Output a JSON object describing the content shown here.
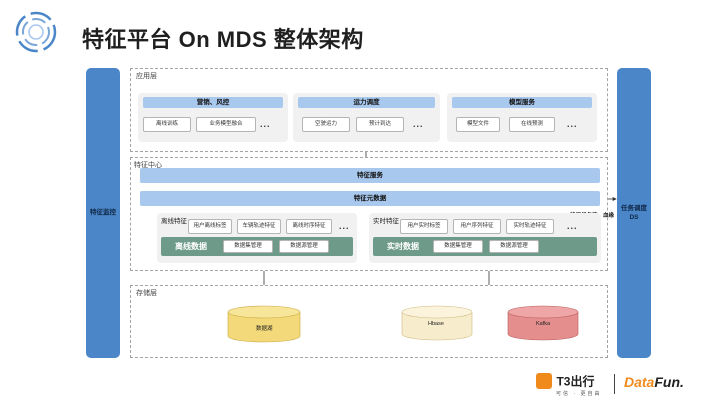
{
  "title": "特征平台 On MDS 整体架构",
  "left_bar": {
    "label": "特征监控"
  },
  "right_bar": {
    "label_line1": "任务调度",
    "label_line2": "DS"
  },
  "app_layer": {
    "title": "应用层",
    "groups": [
      {
        "header": "营销、风控",
        "items": [
          "离线训练",
          "业务模型融合"
        ],
        "more": "..."
      },
      {
        "header": "运力调度",
        "items": [
          "空驶运力",
          "预计到达"
        ],
        "more": "..."
      },
      {
        "header": "模型服务",
        "items": [
          "模型文件",
          "在线预测"
        ],
        "more": "..."
      }
    ]
  },
  "feature_center": {
    "title": "特征中心",
    "feature_service": "特征服务",
    "feature_metadata": "特征元数据",
    "task_flow_label": "特征任务流、血缘",
    "offline": {
      "title": "离线特征",
      "items": [
        "用户离线标签",
        "车辆轨迹特征",
        "离线时序特征"
      ],
      "more": "...",
      "data_label": "离线数据",
      "data_items": [
        "数据集管理",
        "数据源管理"
      ]
    },
    "realtime": {
      "title": "实时特征",
      "items": [
        "用户实时标签",
        "用户序列特征",
        "实时轨迹特征"
      ],
      "more": "...",
      "data_label": "实时数据",
      "data_items": [
        "数据集管理",
        "数据源管理"
      ]
    }
  },
  "storage_layer": {
    "title": "存储层",
    "stores": [
      {
        "label": "数据湖",
        "color": "#f3d97a"
      },
      {
        "label": "Hbase",
        "color": "#f7eccb"
      },
      {
        "label": "Kafka",
        "color": "#e58e8e"
      }
    ]
  },
  "footer": {
    "t3_brand": "T3出行",
    "t3_slogan": "可信 · 更自由",
    "datafun_prefix": "Data",
    "datafun_suffix": "Fun."
  },
  "colors": {
    "side_bar": "#4b87c8",
    "band": "#a8c8ee",
    "green": "#6e9a8a",
    "accent": "#f08a1c"
  }
}
